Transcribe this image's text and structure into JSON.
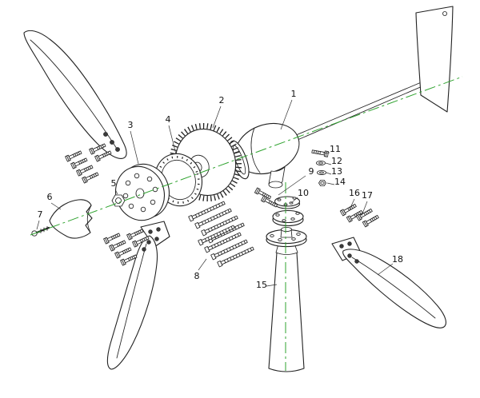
{
  "diagram": {
    "labels": [
      {
        "num": "1"
      },
      {
        "num": "2"
      },
      {
        "num": "3"
      },
      {
        "num": "4"
      },
      {
        "num": "5"
      },
      {
        "num": "6"
      },
      {
        "num": "7"
      },
      {
        "num": "8"
      },
      {
        "num": "9"
      },
      {
        "num": "10"
      },
      {
        "num": "11"
      },
      {
        "num": "12"
      },
      {
        "num": "13"
      },
      {
        "num": "14"
      },
      {
        "num": "15"
      },
      {
        "num": "16"
      },
      {
        "num": "17"
      },
      {
        "num": "18"
      }
    ],
    "colors": {
      "centerline": "#2fa32f",
      "ink": "#222222",
      "background": "#ffffff"
    }
  }
}
